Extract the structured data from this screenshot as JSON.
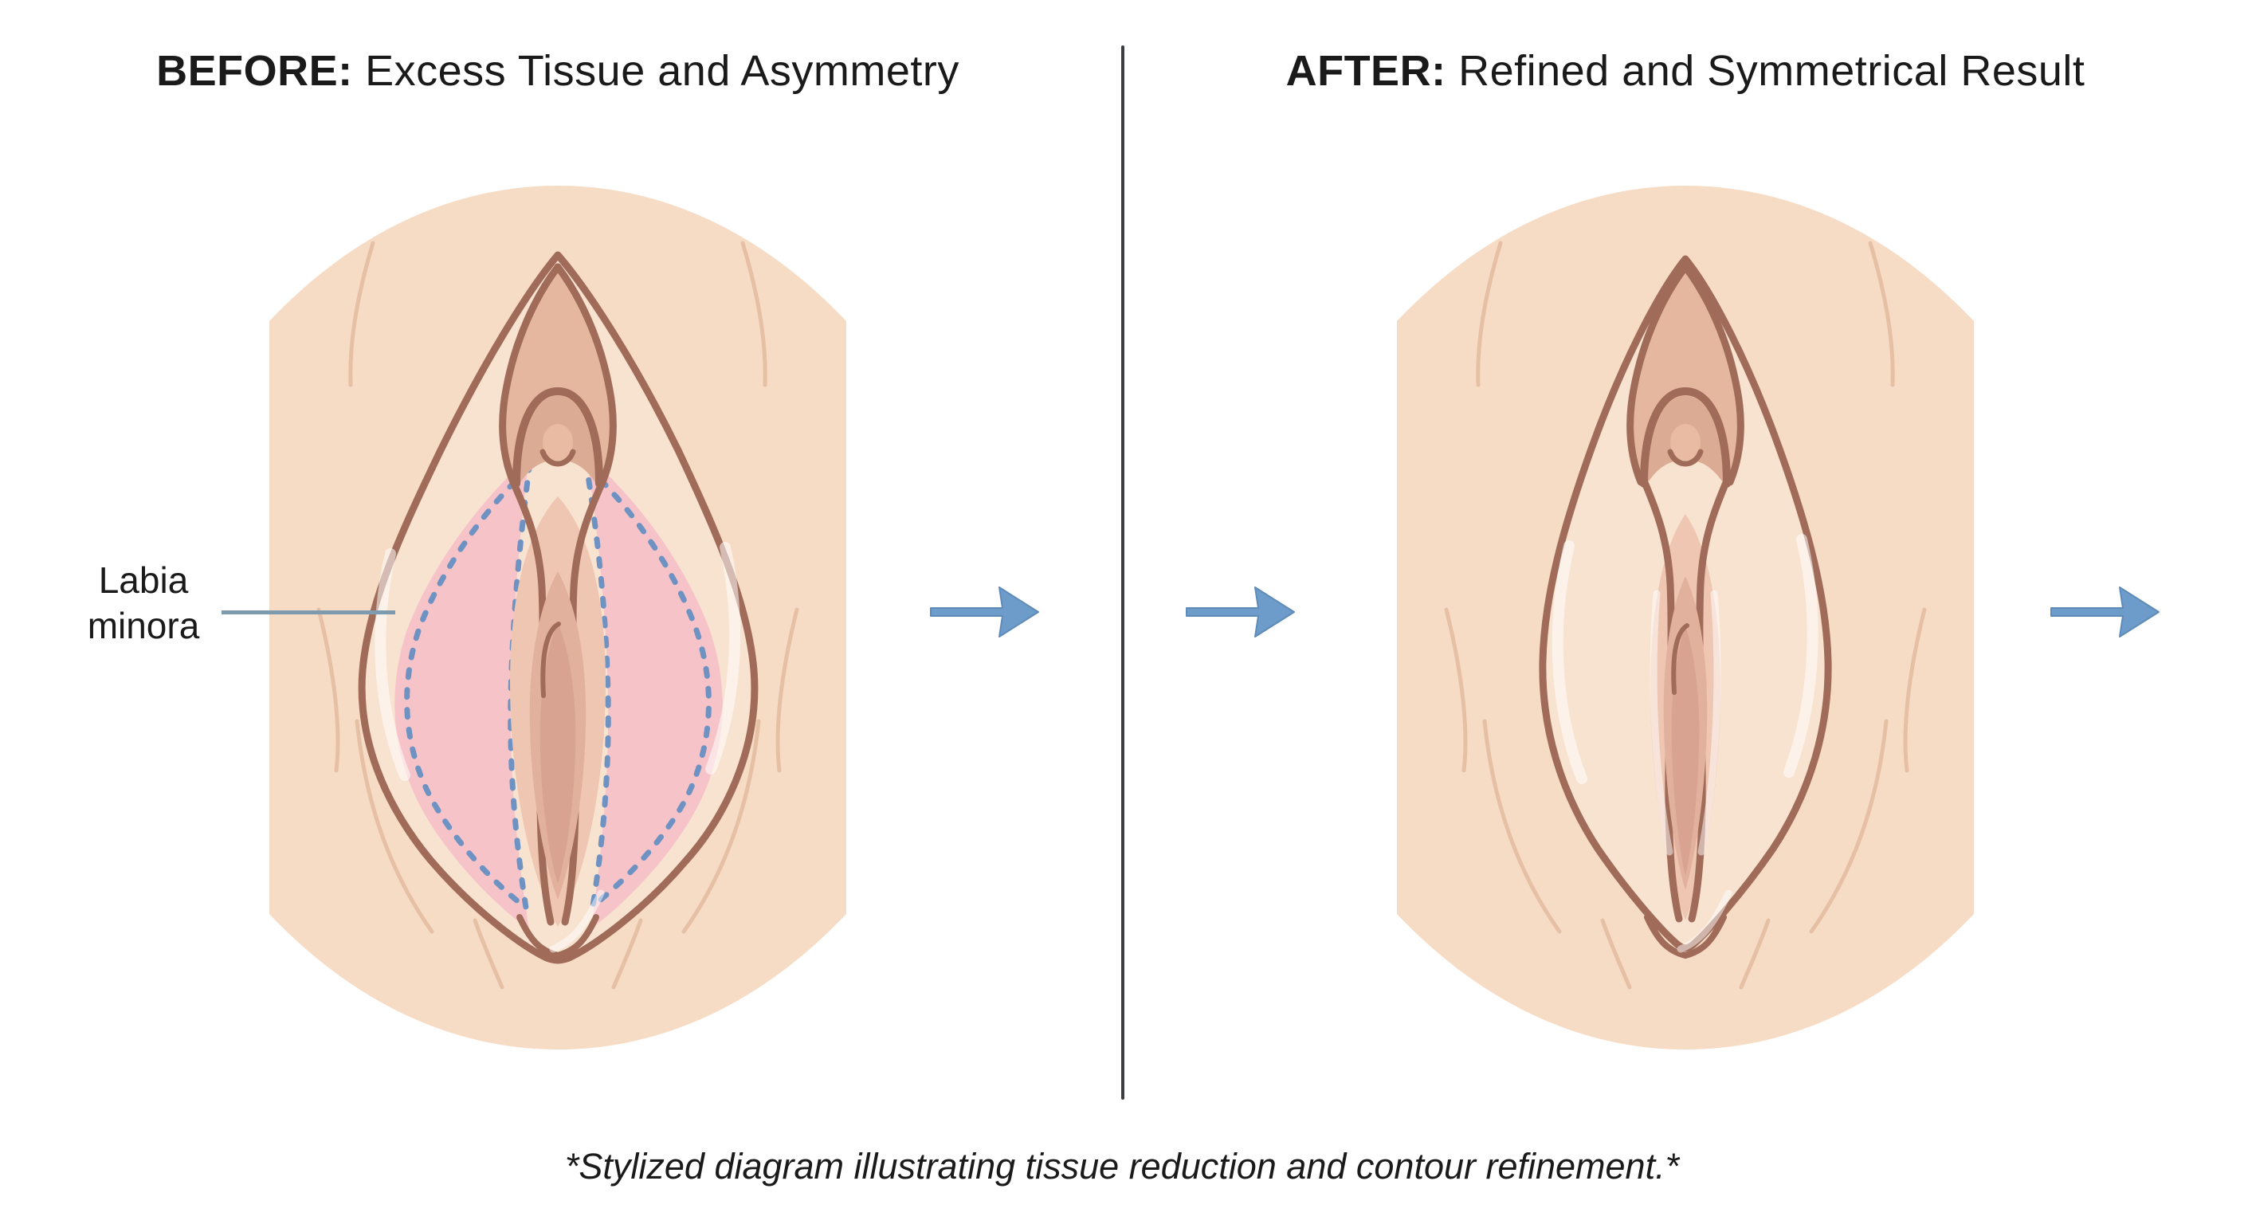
{
  "titles": {
    "before_label": "BEFORE:",
    "before_text": " Excess Tissue and Asymmetry",
    "after_label": "AFTER:",
    "after_text": " Refined and Symmetrical Result"
  },
  "annotation": {
    "line1": "Labia",
    "line2": "minora"
  },
  "caption": "*Stylized diagram illustrating tissue reduction and contour refinement.*",
  "arrows": {
    "icon": "right-arrow-icon",
    "direction": "right",
    "count": 3
  },
  "colors": {
    "text": "#1a1a1a",
    "divider": "#3b3e41",
    "skin": "#f7dcc5",
    "crease": "#e6c0a4",
    "outline": "#a06b59",
    "vulva": "#f8e3d1",
    "pink": "#f6c3c8",
    "dash": "#6e93c3",
    "band": "#eec6b2",
    "opening": "#e2b19e",
    "opening_deep": "#d9a391",
    "hood": "#e6b79f",
    "hood_inner": "#dcab93",
    "glans": "#e9bba3",
    "pointer": "#7e9aae",
    "arrow": "#6e9cca",
    "arrow_edge": "#5e8bb8"
  }
}
